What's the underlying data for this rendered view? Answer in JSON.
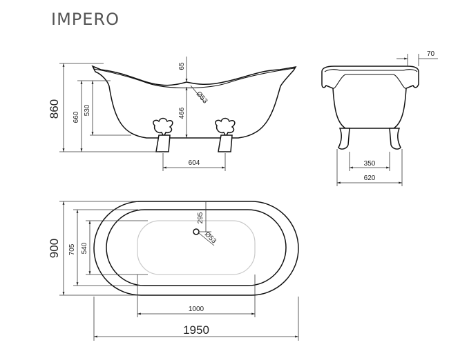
{
  "title": "IMPERO",
  "side_view": {
    "height_total": "860",
    "height_rim": "660",
    "height_inner": "530",
    "depth": "466",
    "rim_offset": "65",
    "drain": "Ø53",
    "feet_spacing": "604"
  },
  "end_view": {
    "rim_width": "70",
    "feet_spacing": "350",
    "base_width": "620"
  },
  "top_view": {
    "width_total": "900",
    "width_rim": "705",
    "width_inner": "540",
    "drain_offset": "295",
    "drain": "Ø53",
    "length_inner": "1000",
    "length_total": "1950"
  }
}
